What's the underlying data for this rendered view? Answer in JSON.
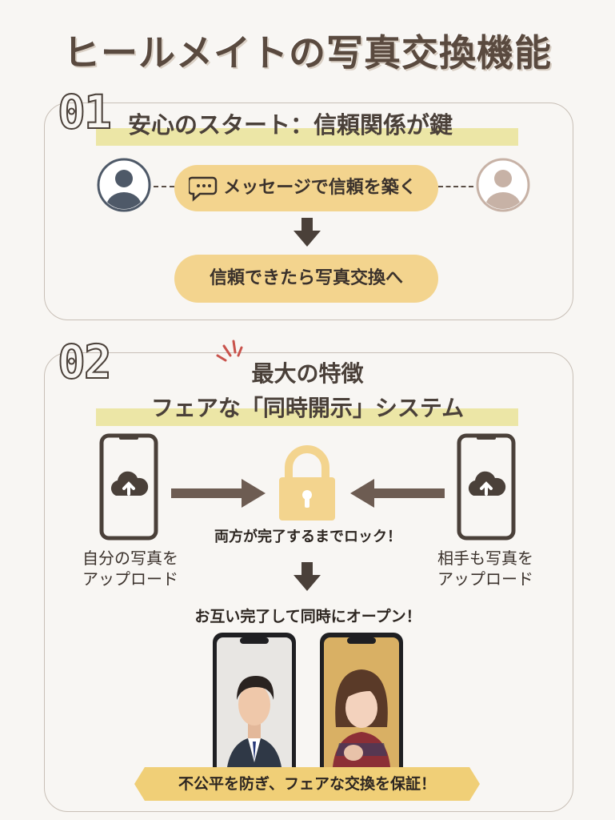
{
  "title": "ヒールメイトの写真交換機能",
  "section1": {
    "number": "01",
    "heading": "安心のスタート：信頼関係が鍵",
    "step1": "メッセージで信頼を築く",
    "step2": "信頼できたら写真交換へ"
  },
  "section2": {
    "number": "02",
    "heading_line1": "最大の特徴",
    "heading_line2": "フェアな「同時開示」システム",
    "left_caption_line1": "自分の写真を",
    "left_caption_line2": "アップロード",
    "right_caption_line1": "相手も写真を",
    "right_caption_line2": "アップロード",
    "lock_text": "両方が完了するまでロック！",
    "open_text": "お互い完了して同時にオープン！",
    "banner": "不公平を防ぎ、フェアな交換を保証！"
  },
  "colors": {
    "brown": "#4a4039",
    "highlight": "#ece6a6",
    "pill": "#f3d48e",
    "lock": "#f3d48e",
    "arrow": "#6d5c52",
    "avatar_dark": "#4e5968",
    "avatar_light": "#c7b2a6"
  },
  "icons": [
    "user-avatar-icon",
    "chat-bubble-icon",
    "down-arrow-icon",
    "phone-upload-icon",
    "cloud-upload-icon",
    "right-arrow-icon",
    "left-arrow-icon",
    "padlock-icon",
    "sparkle-icon"
  ]
}
